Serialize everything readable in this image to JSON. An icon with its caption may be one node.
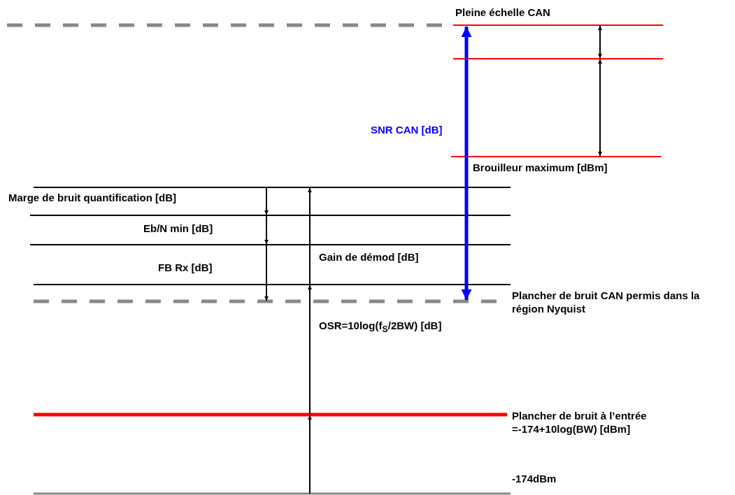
{
  "diagram": {
    "labels": [
      "Pleine échelle CAN",
      "SNR CAN [dB]",
      "Brouilleur maximum [dBm]",
      "Marge de bruit quantification [dB]",
      "Eb/N min [dB]",
      "Gain de démod [dB]",
      "FB Rx [dB]",
      "Plancher de bruit CAN permis dans la région Nyquist",
      "OSR=10log(f$_{S}$/2BW) [dB]",
      "Plancher de bruit à l’entrée =-174+10log(BW) [dBm]",
      "-174dBm"
    ]
  }
}
